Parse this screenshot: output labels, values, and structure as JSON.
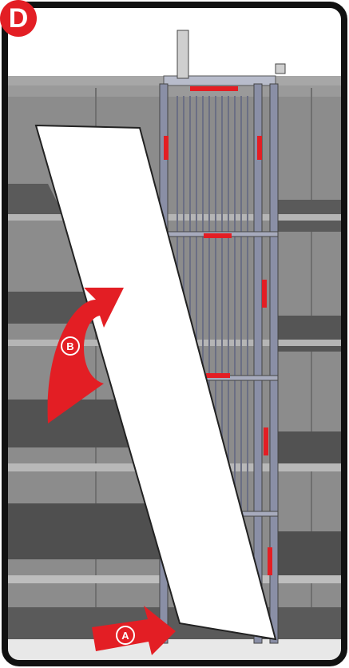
{
  "panel": {
    "step_letter": "D",
    "callout_a": "A",
    "callout_b": "B"
  },
  "colors": {
    "accent_red": "#e31e24",
    "frame_black": "#111111",
    "wall_gray": "#8c8c8c",
    "shelf_dark": "#555555",
    "panel_white": "#ffffff",
    "rack_blue_gray": "#8a8fa6"
  }
}
